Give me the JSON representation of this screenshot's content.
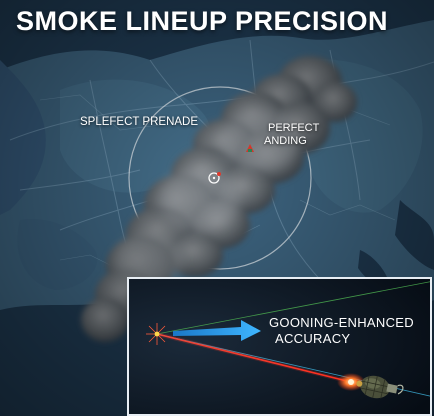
{
  "title": "SMOKE LINEUP PRECISION",
  "map": {
    "label_prenade": "SPLEFECT PRENADE",
    "label_landing_line1": "PERFECT",
    "label_landing_line2": "ANDING"
  },
  "inset": {
    "caption_line1": "GOONING-ENHANCED",
    "caption_line2": "ACCURACY"
  },
  "icons": [
    "crosshair-icon",
    "landing-marker-icon",
    "grenade-icon",
    "arrow-icon"
  ],
  "colors": {
    "water": "#1f3a52",
    "land": "#3f6580",
    "smoke": "#6b6f73",
    "trajectory_red": "#e23b2e",
    "trajectory_green": "#4caf50",
    "trajectory_cyan": "#3fb6e0",
    "arrow_blue": "#2a9be8",
    "inset_border": "#e8eef4"
  }
}
